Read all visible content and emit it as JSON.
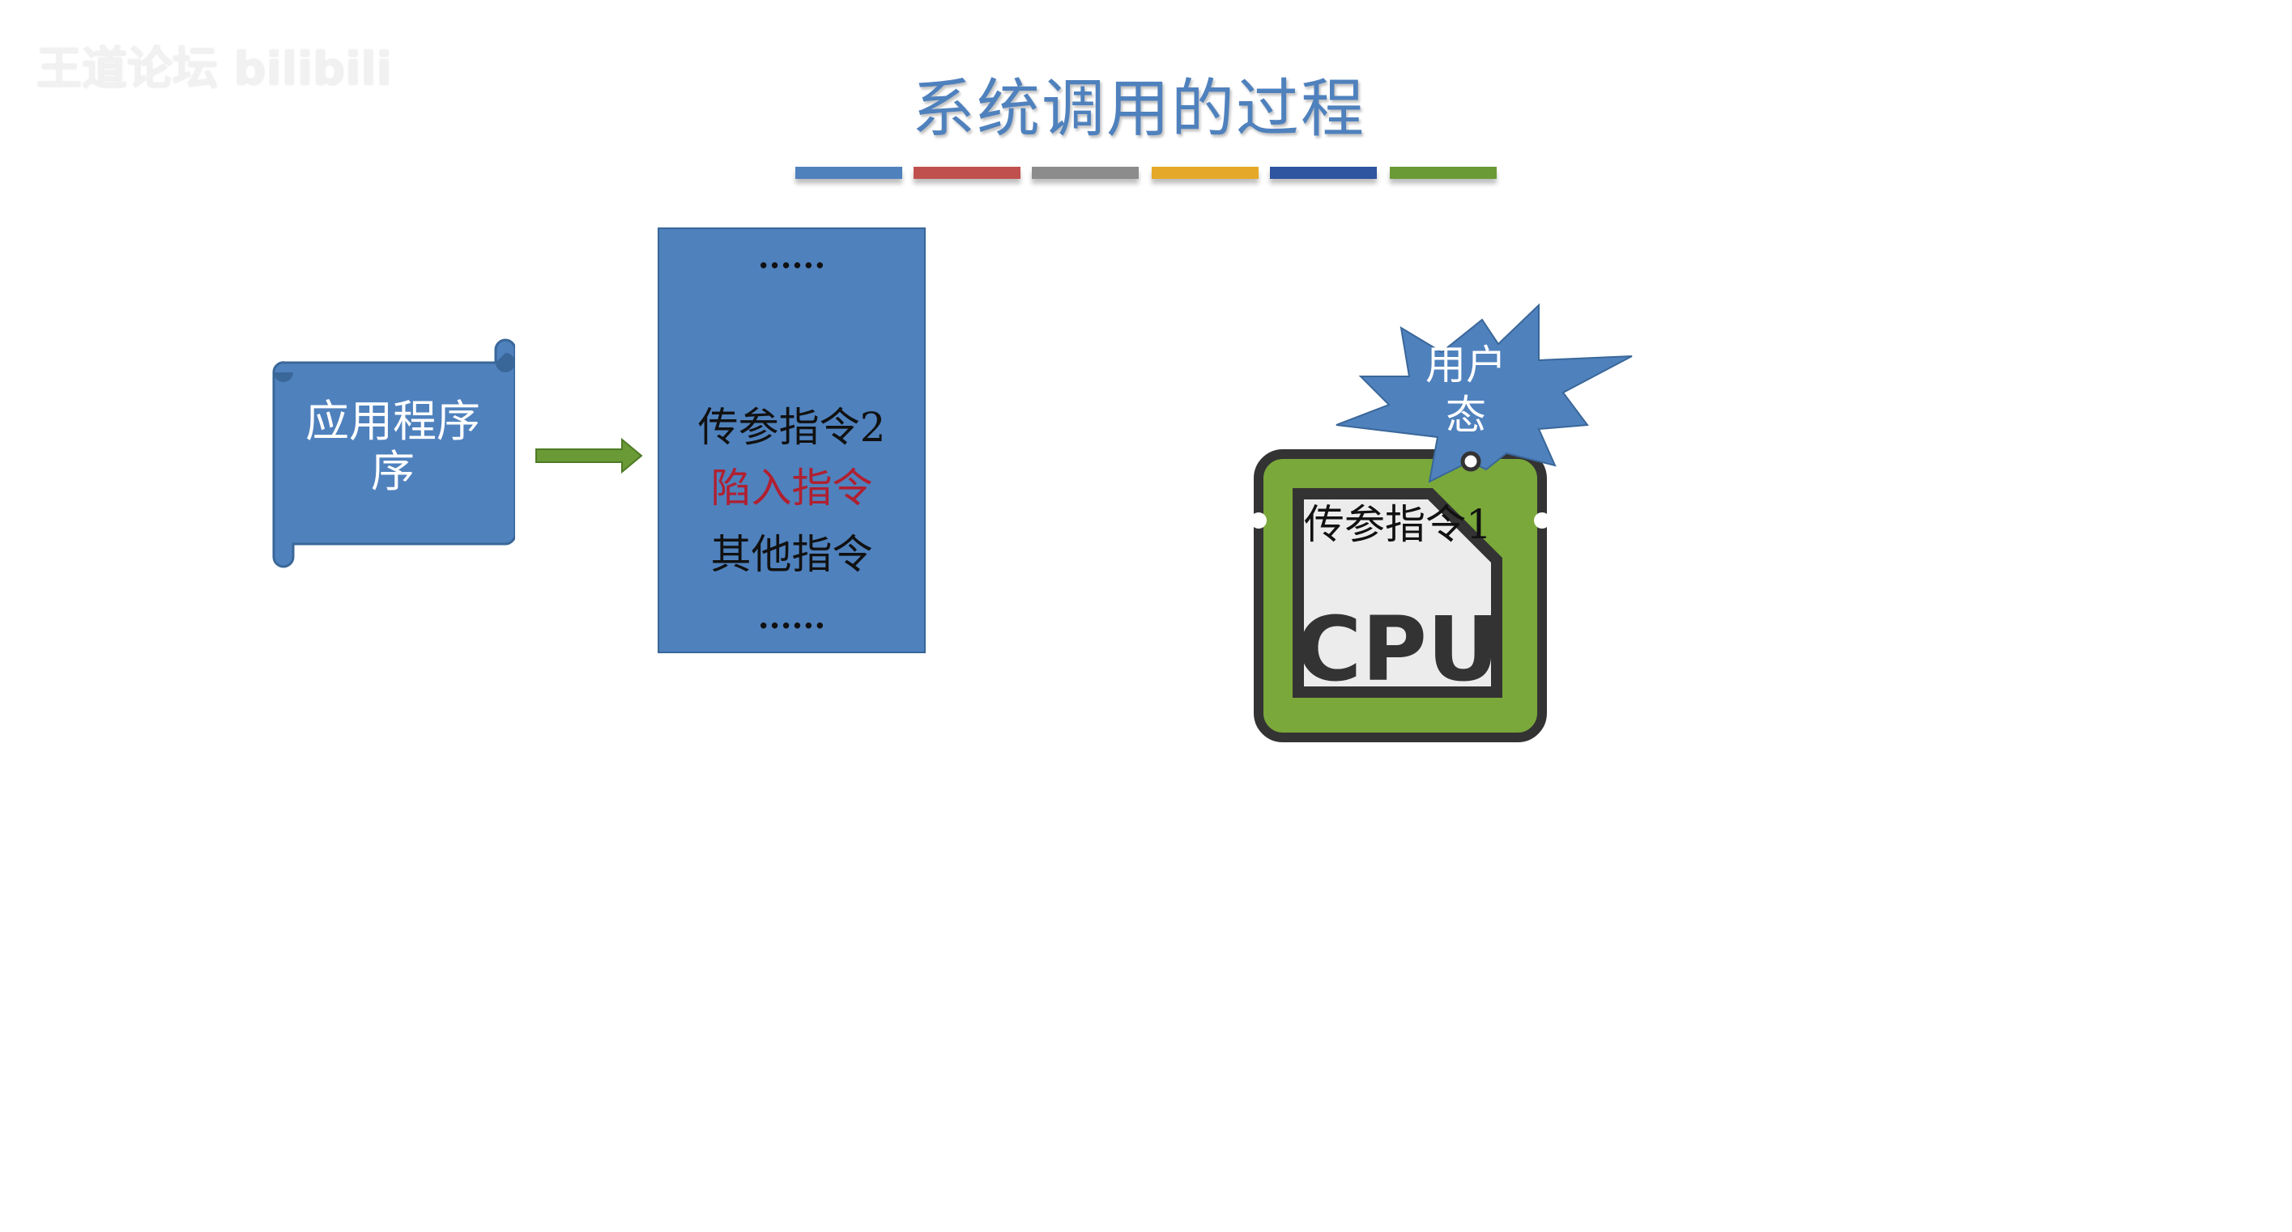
{
  "watermark": "王道论坛 bilibili",
  "title": "系统调用的过程",
  "color_bars": [
    "#4f81bd",
    "#c0504d",
    "#8c8c8c",
    "#e6a828",
    "#2f54a0",
    "#6a9a36"
  ],
  "app": {
    "label_line1": "应用程序",
    "label_line2": "序"
  },
  "instructions": {
    "ellipsis_top": "......",
    "items": [
      {
        "text": "传参指令2",
        "color": "#111111"
      },
      {
        "text": "陷入指令",
        "color": "#b02030"
      },
      {
        "text": "其他指令",
        "color": "#111111"
      }
    ],
    "ellipsis_bottom": "......"
  },
  "mode_badge": {
    "line1": "用户",
    "line2": "态"
  },
  "cpu": {
    "chip_label": "CPU",
    "current_instruction": "传参指令1"
  },
  "colors": {
    "box_blue": "#4f81bd",
    "arrow_green": "#6a9a36",
    "cpu_green": "#7aa83a"
  }
}
